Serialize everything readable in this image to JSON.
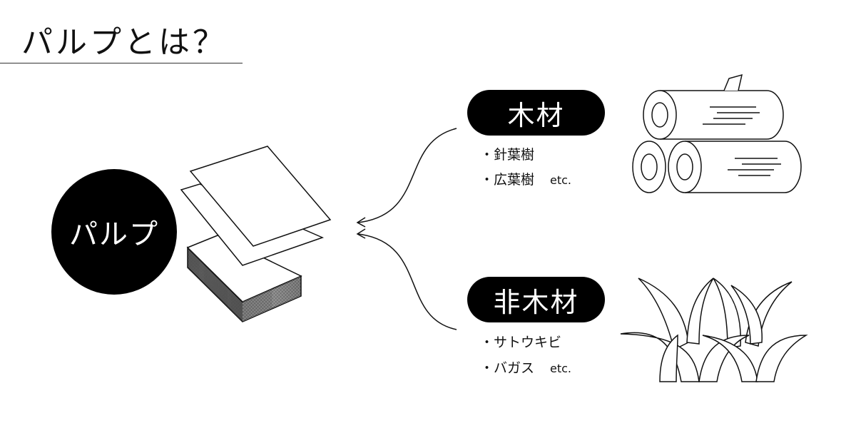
{
  "title": "パルプとは？",
  "center_label": "パルプ",
  "wood": {
    "label": "木材",
    "items": [
      "・針葉樹",
      "・広葉樹"
    ],
    "etc": "etc."
  },
  "nonwood": {
    "label": "非木材",
    "items": [
      "・サトウキビ",
      "・バガス"
    ],
    "etc": "etc."
  }
}
